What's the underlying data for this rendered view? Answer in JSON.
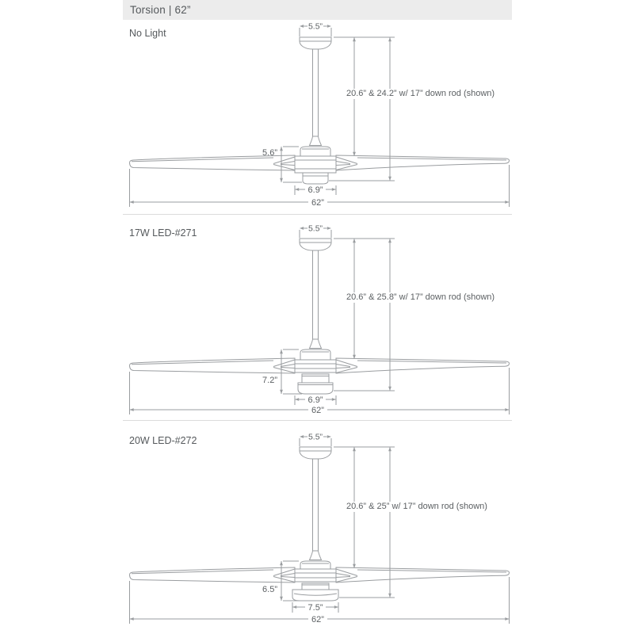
{
  "header": {
    "title": "Torsion | 62”"
  },
  "colors": {
    "header_bg": "#ececec",
    "text": "#55595c",
    "line": "#9a9da0"
  },
  "sections": [
    {
      "label": "No Light",
      "dims": {
        "canopy_width": "5.5”",
        "height_note": "20.6” & 24.2” w/ 17” down rod (shown)",
        "body_height": "5.6”",
        "body_width": "6.9”",
        "blade_span": "62”"
      }
    },
    {
      "label": "17W LED-#271",
      "dims": {
        "canopy_width": "5.5”",
        "height_note": "20.6” & 25.8” w/ 17” down rod (shown)",
        "body_height": "7.2”",
        "body_width": "6.9”",
        "blade_span": "62”"
      }
    },
    {
      "label": "20W LED-#272",
      "dims": {
        "canopy_width": "5.5”",
        "height_note": "20.6” & 25” w/ 17” down rod (shown)",
        "body_height": "6.5”",
        "body_width": "7.5”",
        "blade_span": "62”"
      }
    }
  ]
}
